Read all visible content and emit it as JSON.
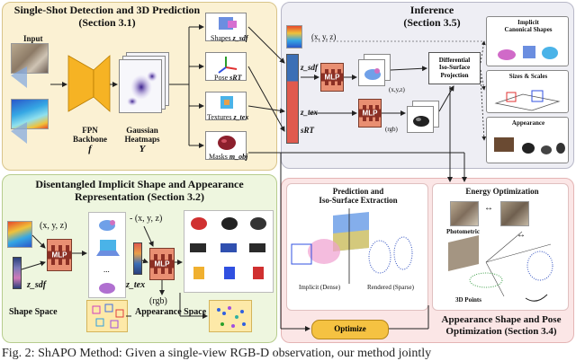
{
  "detection": {
    "title_line1": "Single-Shot Detection and 3D Prediction",
    "title_line2": "(Section 3.1)",
    "input_label": "Input",
    "fpn_label_line1": "FPN",
    "fpn_label_line2": "Backbone",
    "fpn_symbol": "f",
    "heatmap_label_line1": "Gaussian",
    "heatmap_label_line2": "Heatmaps",
    "heatmap_symbol": "Y",
    "outputs": [
      {
        "label": "Shapes",
        "symbol": "z_sdf"
      },
      {
        "label": "Pose",
        "symbol": "sRT"
      },
      {
        "label": "Textures",
        "symbol": "z_tex"
      },
      {
        "label": "Masks",
        "symbol": "m_obj"
      }
    ]
  },
  "inference": {
    "title_line1": "Inference",
    "title_line2": "(Section 3.5)",
    "coords_label": "(x, y, z)",
    "mlp_label": "MLP",
    "zsdf": "z_sdf",
    "ztex": "z_tex",
    "srt": "sRT",
    "rgb_label": "(rgb)",
    "xyz_small": "(x,y,z)",
    "projection_line1": "Differential",
    "projection_line2": "Iso-Surface",
    "projection_line3": "Projection",
    "results": [
      {
        "line1": "Implicit",
        "line2": "Canonical Shapes"
      },
      {
        "line1": "Sizes & Scales",
        "line2": ""
      },
      {
        "line1": "Appearance",
        "line2": ""
      }
    ]
  },
  "disentangled": {
    "title_line1": "Disentangled Implicit Shape and Appearance",
    "title_line2": "Representation (Section 3.2)",
    "coords_label": "(x, y, z)",
    "coords_neg": "- (x, y, z)",
    "mlp_label": "MLP",
    "zsdf": "z_sdf",
    "ztex": "z_tex",
    "rgb_label": "(rgb)",
    "ellipsis": "...",
    "shape_space": "Shape Space",
    "appearance_space": "Appearance Space"
  },
  "prediction": {
    "title_line1": "Prediction and",
    "title_line2": "Iso-Surface Extraction",
    "implicit_label": "Implicit (Dense)",
    "rendered_label": "Rendered (Sparse)"
  },
  "energy": {
    "title": "Energy Optimization",
    "photometric": "Photometric",
    "points": "3D Points"
  },
  "optimize_button": "Optimize",
  "appearance_opt": {
    "line1": "Appearance Shape and Pose",
    "line2": "Optimization (Section 3.4)"
  },
  "caption": "Fig. 2: ShAPO Method: Given a single-view RGB-D observation, our method jointly",
  "colors": {
    "detection_bg": "#fbf1d3",
    "inference_bg": "#eeeef4",
    "disentangled_bg": "#eef6df",
    "optimization_bg": "#fbe6e6",
    "mlp": "#e98f72",
    "accent_red": "#e05a4e"
  }
}
